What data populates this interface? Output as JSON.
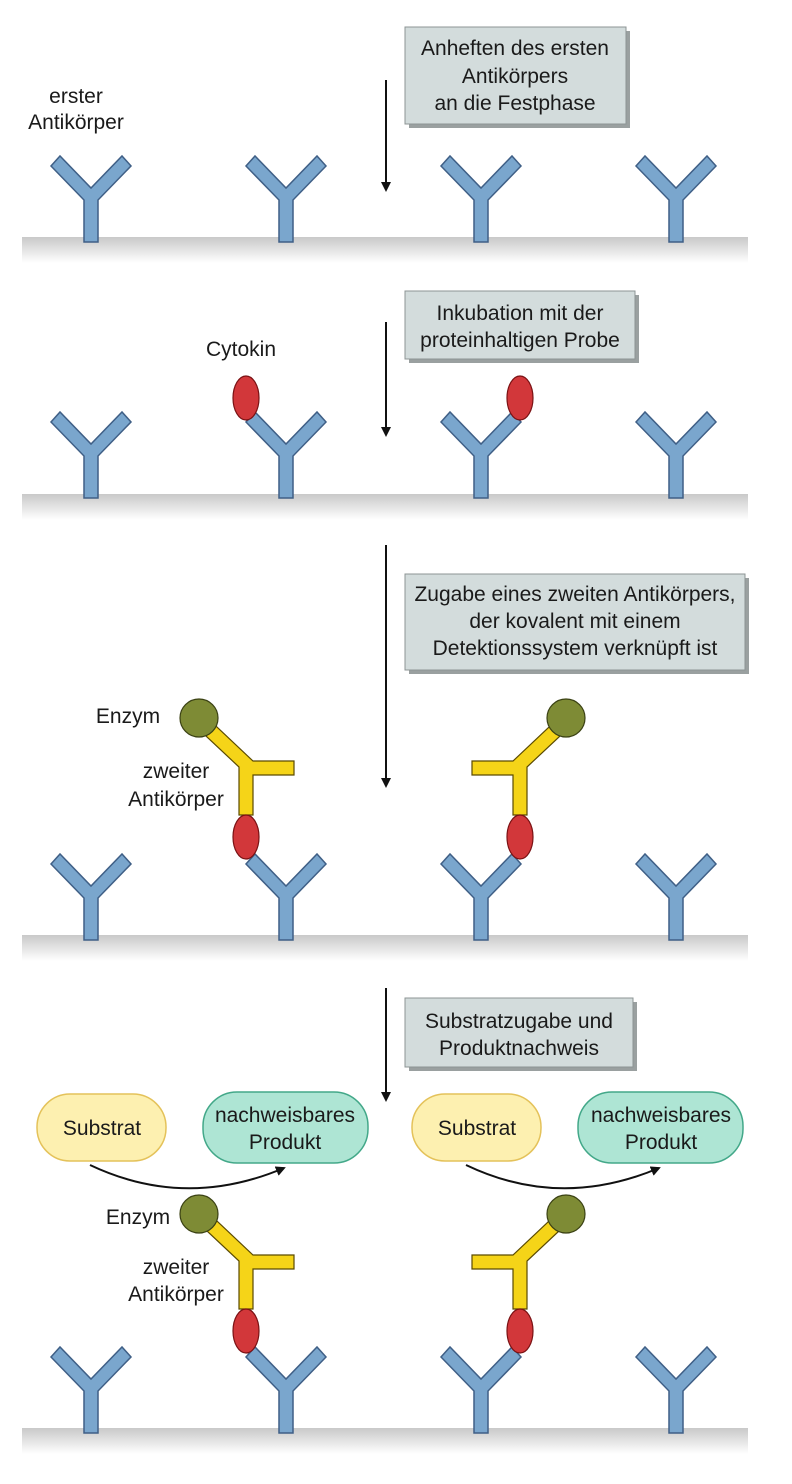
{
  "colors": {
    "antibody": "#7aa6cd",
    "antibody_stroke": "#3f5f86",
    "second_antibody": "#f5d418",
    "second_antibody_stroke": "#5a4a00",
    "cytokine": "#d2373a",
    "enzyme": "#7e8b35",
    "substrate_fill": "#fdf0b0",
    "substrate_stroke": "#e4c25a",
    "product_fill": "#aee5d4",
    "product_stroke": "#43a889",
    "box_fill": "#d3dcdc",
    "surface": "#cfcfcf"
  },
  "steps": [
    {
      "box_lines": [
        "Anheften des ersten",
        "Antikörpers",
        "an die Festphase"
      ]
    },
    {
      "box_lines": [
        "Inkubation mit der",
        "proteinhaltigen Probe"
      ]
    },
    {
      "box_lines": [
        "Zugabe eines zweiten Antikörpers,",
        "der kovalent mit einem",
        "Detektionssystem verknüpft ist"
      ]
    },
    {
      "box_lines": [
        "Substratzugabe und",
        "Produktnachweis"
      ]
    }
  ],
  "labels": {
    "first_antibody": [
      "erster",
      "Antikörper"
    ],
    "cytokine": "Cytokin",
    "enzyme": "Enzym",
    "second_antibody": [
      "zweiter",
      "Antikörper"
    ],
    "substrate": "Substrat",
    "product": [
      "nachweisbares",
      "Produkt"
    ]
  }
}
